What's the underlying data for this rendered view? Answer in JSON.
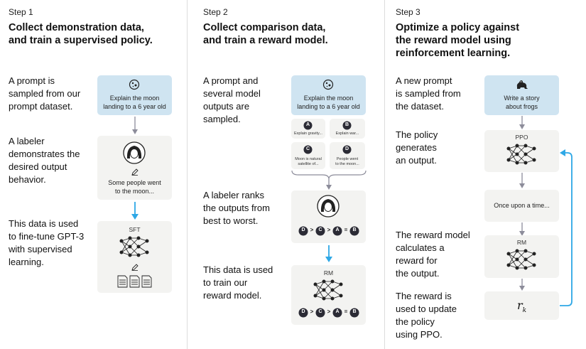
{
  "step1": {
    "step_label": "Step 1",
    "title_line1": "Collect demonstration data,",
    "title_line2": "and train a supervised policy.",
    "desc1": [
      "A prompt is",
      "sampled from our",
      "prompt dataset."
    ],
    "desc2": [
      "A labeler",
      "demonstrates the",
      "desired output",
      "behavior."
    ],
    "desc3": [
      "This data is used",
      "to fine-tune GPT-3",
      "with supervised",
      "learning."
    ],
    "prompt": [
      "Explain the moon",
      "landing to a 6 year old"
    ],
    "demo_text": [
      "Some people went",
      "to the moon..."
    ],
    "model_label": "SFT"
  },
  "step2": {
    "step_label": "Step 2",
    "title_line1": "Collect comparison data,",
    "title_line2": "and train a reward model.",
    "desc1": [
      "A prompt and",
      "several model",
      "outputs are",
      "sampled."
    ],
    "desc2": [
      "A labeler ranks",
      "the outputs from",
      "best to worst."
    ],
    "desc3": [
      "This data is used",
      "to train our",
      "reward model."
    ],
    "prompt": [
      "Explain the moon",
      "landing to a 6 year old"
    ],
    "outputs": [
      {
        "letter": "A",
        "text": [
          "Explain gravity..."
        ]
      },
      {
        "letter": "B",
        "text": [
          "Explain war..."
        ]
      },
      {
        "letter": "C",
        "text": [
          "Moon is natural",
          "satellite of..."
        ]
      },
      {
        "letter": "D",
        "text": [
          "People went",
          "to the moon..."
        ]
      }
    ],
    "ranking": [
      "D",
      ">",
      "C",
      ">",
      "A",
      "=",
      "B"
    ],
    "model_label": "RM"
  },
  "step3": {
    "step_label": "Step 3",
    "title_line1": "Optimize a policy against",
    "title_line2": "the reward model using",
    "title_line3": "reinforcement learning.",
    "desc1": [
      "A new prompt",
      "is sampled from",
      "the dataset."
    ],
    "desc2": [
      "The policy",
      "generates",
      "an output."
    ],
    "desc3": [
      "The reward model",
      "calculates a",
      "reward for",
      "the output."
    ],
    "desc4": [
      "The reward is",
      "used to update",
      "the policy",
      "using PPO."
    ],
    "prompt": [
      "Write a story",
      "about frogs"
    ],
    "policy_label": "PPO",
    "output_text": "Once upon a time...",
    "model_label": "RM",
    "reward_symbol": "r",
    "reward_subscript": "k"
  },
  "colors": {
    "prompt_box": "#cfe4f1",
    "box": "#f3f3f1",
    "arrow_gray": "#8c8c9a",
    "arrow_blue": "#2ea8e6",
    "dark": "#2b2b35"
  }
}
